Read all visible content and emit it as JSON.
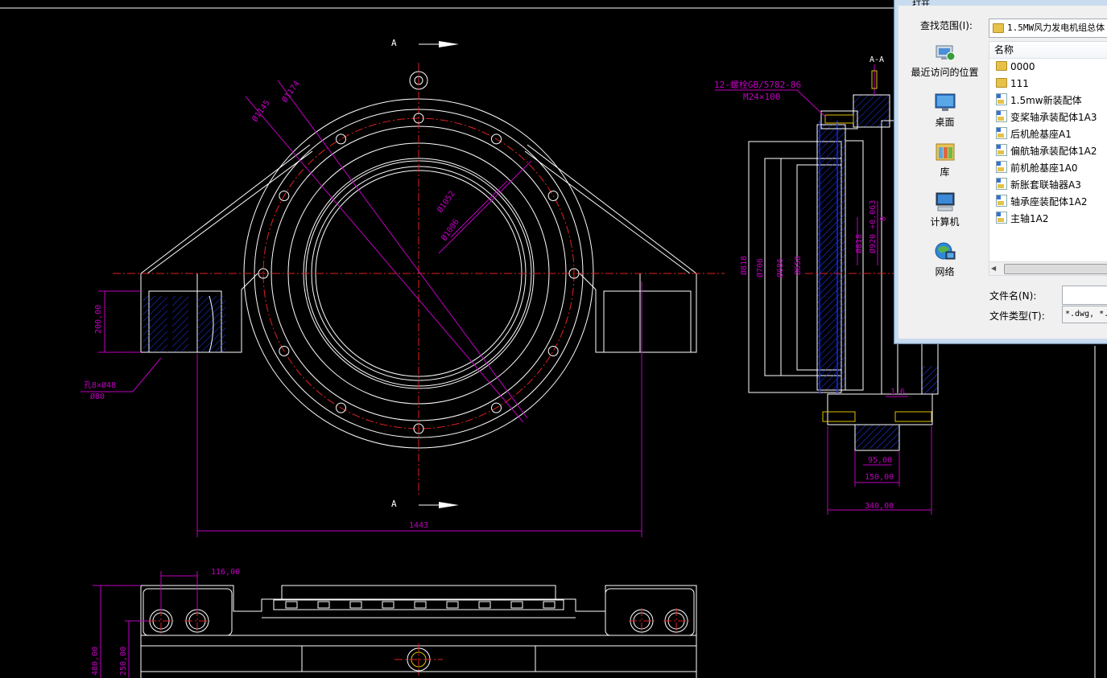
{
  "drawing": {
    "section_mark_top": "A",
    "section_mark_bottom": "A",
    "section_title": "A-A",
    "dims": {
      "d1174": "Ø1174",
      "d1145": "Ø1145",
      "d1052": "Ø1052",
      "d1006": "Ø1006",
      "h200": "200,00",
      "hole_note_1": "孔8×Ø48",
      "hole_note_2": "Ø80",
      "w1443": "1443",
      "w116": "116,00",
      "h480": "480,00",
      "h250": "250,00",
      "bolt_note_1": "12-螺栓GB/5782-86",
      "bolt_note_2": "M24×100",
      "d818a": "Ø818",
      "d706": "Ø706",
      "d686": "Ø686",
      "d650": "Ø650",
      "d818b": "Ø818",
      "d920": "Ø920 +0.063",
      "d920_lower": "0",
      "w16": "1.6",
      "w95": "95,00",
      "w150": "150,00",
      "w340": "340,00"
    }
  },
  "dialog": {
    "title": "打开",
    "look_in_label": "查找范围(I):",
    "look_in_value": "1.5MW风力发电机组总体",
    "places": [
      {
        "label": "最近访问的位置",
        "icon": "recent-places-icon"
      },
      {
        "label": "桌面",
        "icon": "desktop-icon"
      },
      {
        "label": "库",
        "icon": "libraries-icon"
      },
      {
        "label": "计算机",
        "icon": "computer-icon"
      },
      {
        "label": "网络",
        "icon": "network-icon"
      }
    ],
    "column_name": "名称",
    "files": [
      {
        "name": "0000",
        "type": "folder"
      },
      {
        "name": "111",
        "type": "folder"
      },
      {
        "name": "1.5mw新装配体",
        "type": "dwg"
      },
      {
        "name": "变桨轴承装配体1A3",
        "type": "dwg"
      },
      {
        "name": "后机舱基座A1",
        "type": "dwg"
      },
      {
        "name": "偏航轴承装配体1A2",
        "type": "dwg"
      },
      {
        "name": "前机舱基座1A0",
        "type": "dwg"
      },
      {
        "name": "新胀套联轴器A3",
        "type": "dwg"
      },
      {
        "name": "轴承座装配体1A2",
        "type": "dwg"
      },
      {
        "name": "主轴1A2",
        "type": "dwg"
      }
    ],
    "filename_label": "文件名(N):",
    "filename_value": "",
    "filetype_label": "文件类型(T):",
    "filetype_value": "*.dwg, *.",
    "colors": {
      "folder": "#e6c24a",
      "dialog_frame": "#c9dcef",
      "cad_background": "#000000",
      "dimension": "#c000c0",
      "centerline": "#e02020",
      "hidden_line": "#1428ff"
    }
  }
}
